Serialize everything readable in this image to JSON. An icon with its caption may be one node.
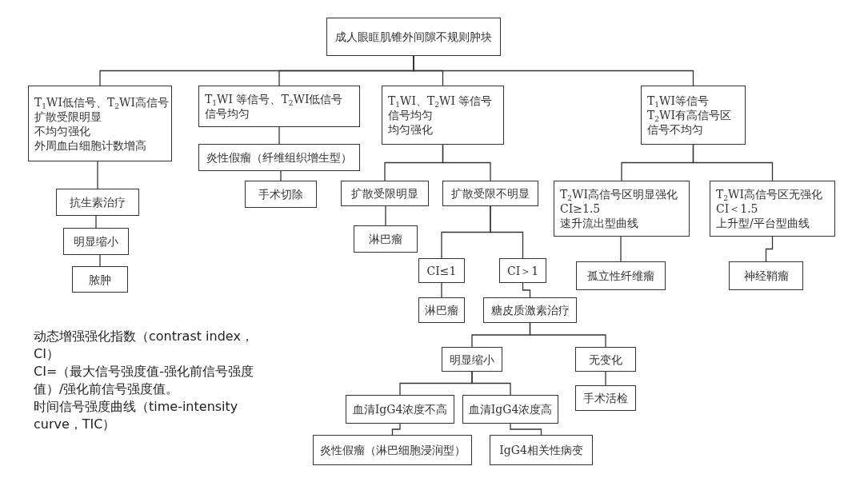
{
  "diagram": {
    "nodes": [
      {
        "text": [
          "成人眼眶肌锥外间隙不规则肿块"
        ]
      },
      {
        "text": [
          "T$_{1}$WI低信号、T$_{2}$WI高信号",
          "扩散受限明显",
          "不均匀强化",
          "外周血白细胞计数增高"
        ]
      },
      {
        "text": [
          "T$_{1}$WI 等信号、T$_{2}$WI低信号",
          "信号均匀"
        ]
      },
      {
        "text": [
          "T$_{1}$WI、T$_{2}$WI 等信号",
          "信号均匀",
          "均匀强化"
        ]
      },
      {
        "text": [
          "T$_{1}$WI等信号",
          "T$_{2}$WI有高信号区",
          "信号不均匀"
        ]
      },
      {
        "text": [
          "炎性假瘤（纤维组织增生型）"
        ]
      },
      {
        "text": [
          "抗生素治疗"
        ]
      },
      {
        "text": [
          "手术切除"
        ]
      },
      {
        "text": [
          "扩散受限明显"
        ]
      },
      {
        "text": [
          "扩散受限不明显"
        ]
      },
      {
        "text": [
          "T$_{2}$WI高信号区明显强化",
          "CI≥1.5",
          "速升流出型曲线"
        ]
      },
      {
        "text": [
          "T$_{2}$WI高信号区无强化",
          "CI＜1.5",
          "上升型/平台型曲线"
        ]
      },
      {
        "text": [
          "明显缩小"
        ]
      },
      {
        "text": [
          "淋巴瘤"
        ]
      },
      {
        "text": [
          "CI≤1"
        ]
      },
      {
        "text": [
          "CI＞1"
        ]
      },
      {
        "text": [
          "孤立性纤维瘤"
        ]
      },
      {
        "text": [
          "神经鞘瘤"
        ]
      },
      {
        "text": [
          "脓肿"
        ]
      },
      {
        "text": [
          "淋巴瘤"
        ]
      },
      {
        "text": [
          "糖皮质激素治疗"
        ]
      },
      {
        "text": [
          "明显缩小"
        ]
      },
      {
        "text": [
          "无变化"
        ]
      },
      {
        "text": [
          "血清IgG4浓度不高"
        ]
      },
      {
        "text": [
          "血清IgG4浓度高"
        ]
      },
      {
        "text": [
          "手术活检"
        ]
      },
      {
        "text": [
          "炎性假瘤（淋巴细胞浸润型）"
        ]
      },
      {
        "text": [
          "IgG4相关性病变"
        ]
      }
    ],
    "edges": [
      {
        "from": 0,
        "to": 1,
        "arrow": "none"
      },
      {
        "from": 0,
        "to": 2,
        "arrow": "none"
      },
      {
        "from": 0,
        "to": 3,
        "arrow": "none"
      },
      {
        "from": 0,
        "to": 4,
        "arrow": "none"
      },
      {
        "from": 1,
        "to": 6,
        "arrow": "none"
      },
      {
        "from": 2,
        "to": 5,
        "arrow": "none"
      },
      {
        "from": 5,
        "to": 7,
        "arrow": "none"
      },
      {
        "from": 3,
        "to": 8,
        "arrow": "none"
      },
      {
        "from": 3,
        "to": 9,
        "arrow": "none"
      },
      {
        "from": 4,
        "to": 10,
        "arrow": "none"
      },
      {
        "from": 4,
        "to": 11,
        "arrow": "none"
      },
      {
        "from": 6,
        "to": 12,
        "arrow": "none"
      },
      {
        "from": 8,
        "to": 13,
        "arrow": "none"
      },
      {
        "from": 9,
        "to": 14,
        "arrow": "none"
      },
      {
        "from": 9,
        "to": 15,
        "arrow": "none"
      },
      {
        "from": 10,
        "to": 16,
        "arrow": "none"
      },
      {
        "from": 11,
        "to": 17,
        "arrow": "none"
      },
      {
        "from": 12,
        "to": 18,
        "arrow": "none"
      },
      {
        "from": 14,
        "to": 19,
        "arrow": "none"
      },
      {
        "from": 15,
        "to": 20,
        "arrow": "none"
      },
      {
        "from": 20,
        "to": 21,
        "arrow": "none"
      },
      {
        "from": 20,
        "to": 22,
        "arrow": "none"
      },
      {
        "from": 21,
        "to": 23,
        "arrow": "none"
      },
      {
        "from": 21,
        "to": 24,
        "arrow": "none"
      },
      {
        "from": 22,
        "to": 25,
        "arrow": "none"
      },
      {
        "from": 23,
        "to": 26,
        "arrow": "none"
      },
      {
        "from": 24,
        "to": 27,
        "arrow": "none"
      }
    ],
    "labels": [
      "动态增强强化指数（contrast index，CI）",
      "CI=（最大信号强度值-强化前信号强度值）/强化前信号强度值。",
      "时间信号强度曲线（time-intensity curve，TIC）"
    ]
  }
}
